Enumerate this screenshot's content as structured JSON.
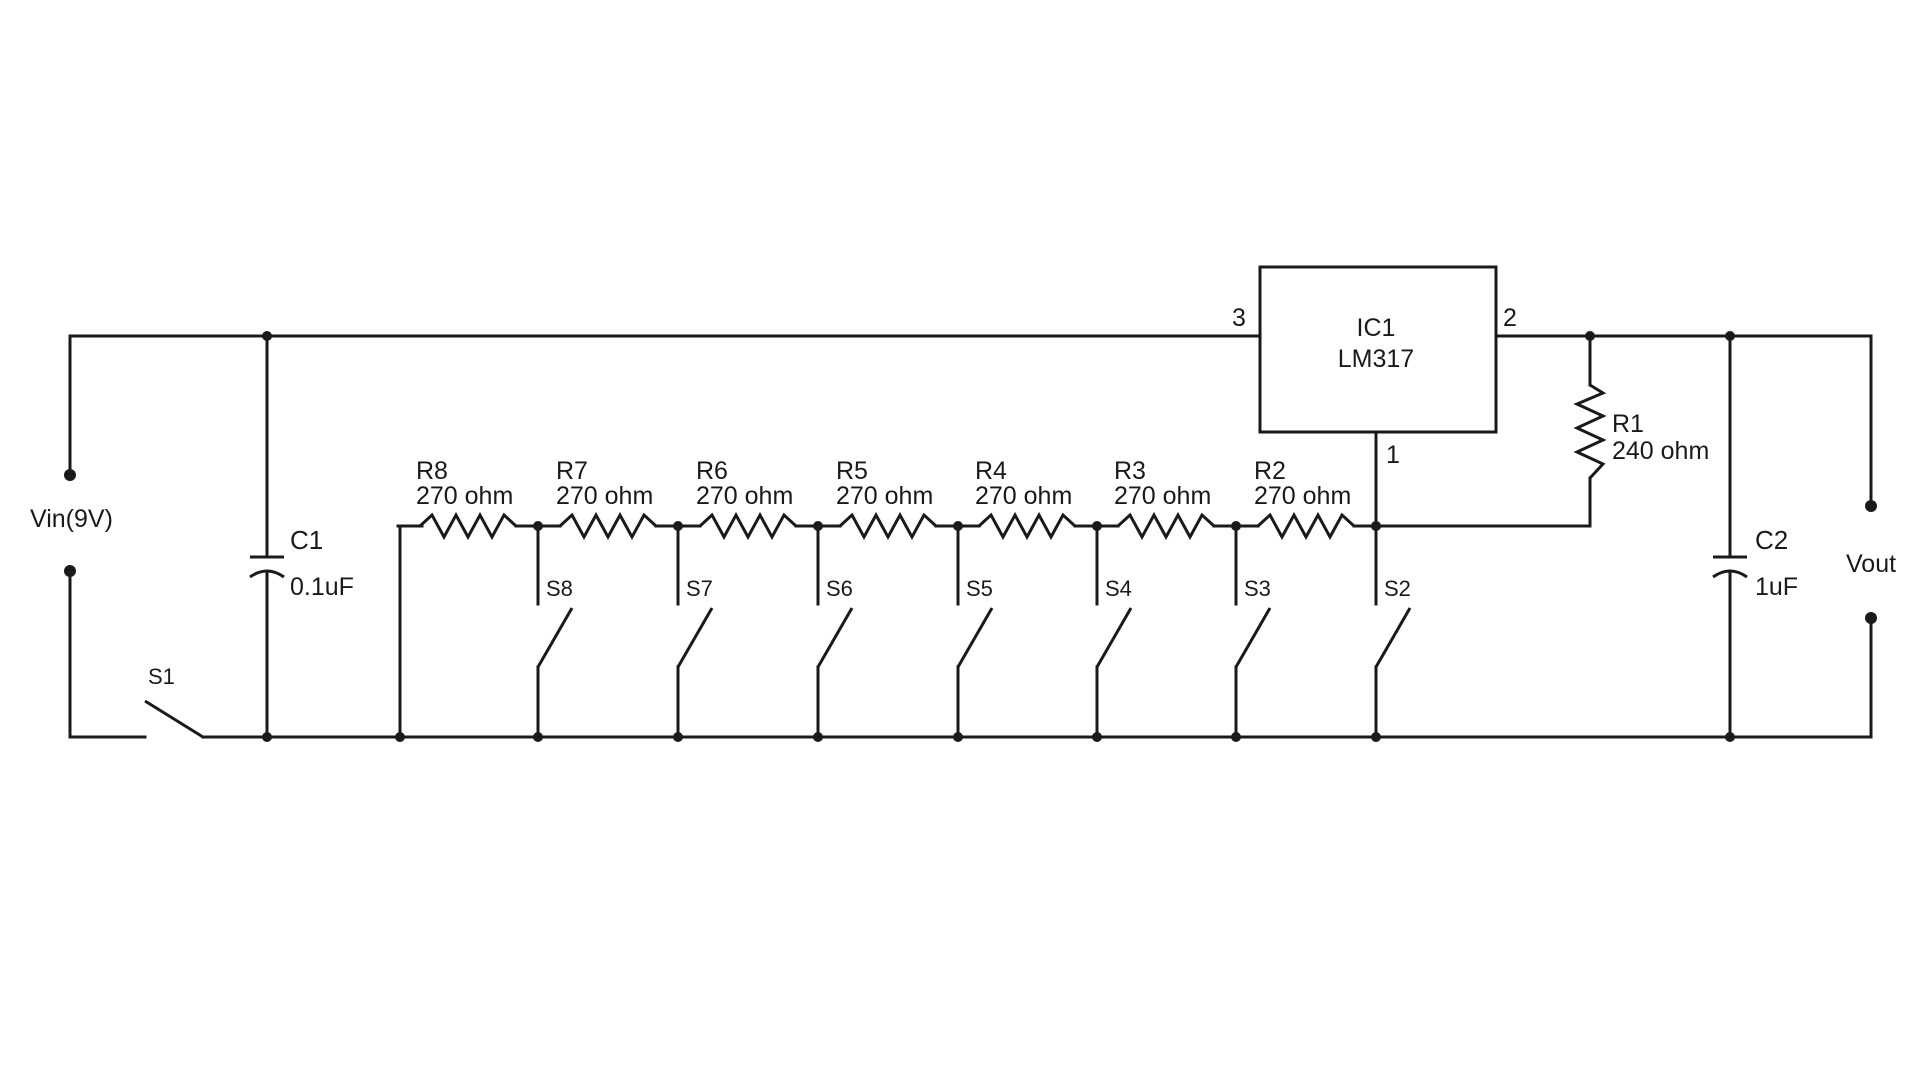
{
  "ic": {
    "ref": "IC1",
    "part": "LM317",
    "pin_in": "3",
    "pin_out": "2",
    "pin_adj": "1"
  },
  "resistors": [
    {
      "ref": "R8",
      "value": "270 ohm"
    },
    {
      "ref": "R7",
      "value": "270 ohm"
    },
    {
      "ref": "R6",
      "value": "270 ohm"
    },
    {
      "ref": "R5",
      "value": "270 ohm"
    },
    {
      "ref": "R4",
      "value": "270 ohm"
    },
    {
      "ref": "R3",
      "value": "270 ohm"
    },
    {
      "ref": "R2",
      "value": "270 ohm"
    }
  ],
  "r1": {
    "ref": "R1",
    "value": "240 ohm"
  },
  "switches": [
    "S8",
    "S7",
    "S6",
    "S5",
    "S4",
    "S3",
    "S2"
  ],
  "s1": "S1",
  "c1": {
    "ref": "C1",
    "value": "0.1uF"
  },
  "c2": {
    "ref": "C2",
    "value": "1uF"
  },
  "vin": "Vin(9V)",
  "vout": "Vout"
}
